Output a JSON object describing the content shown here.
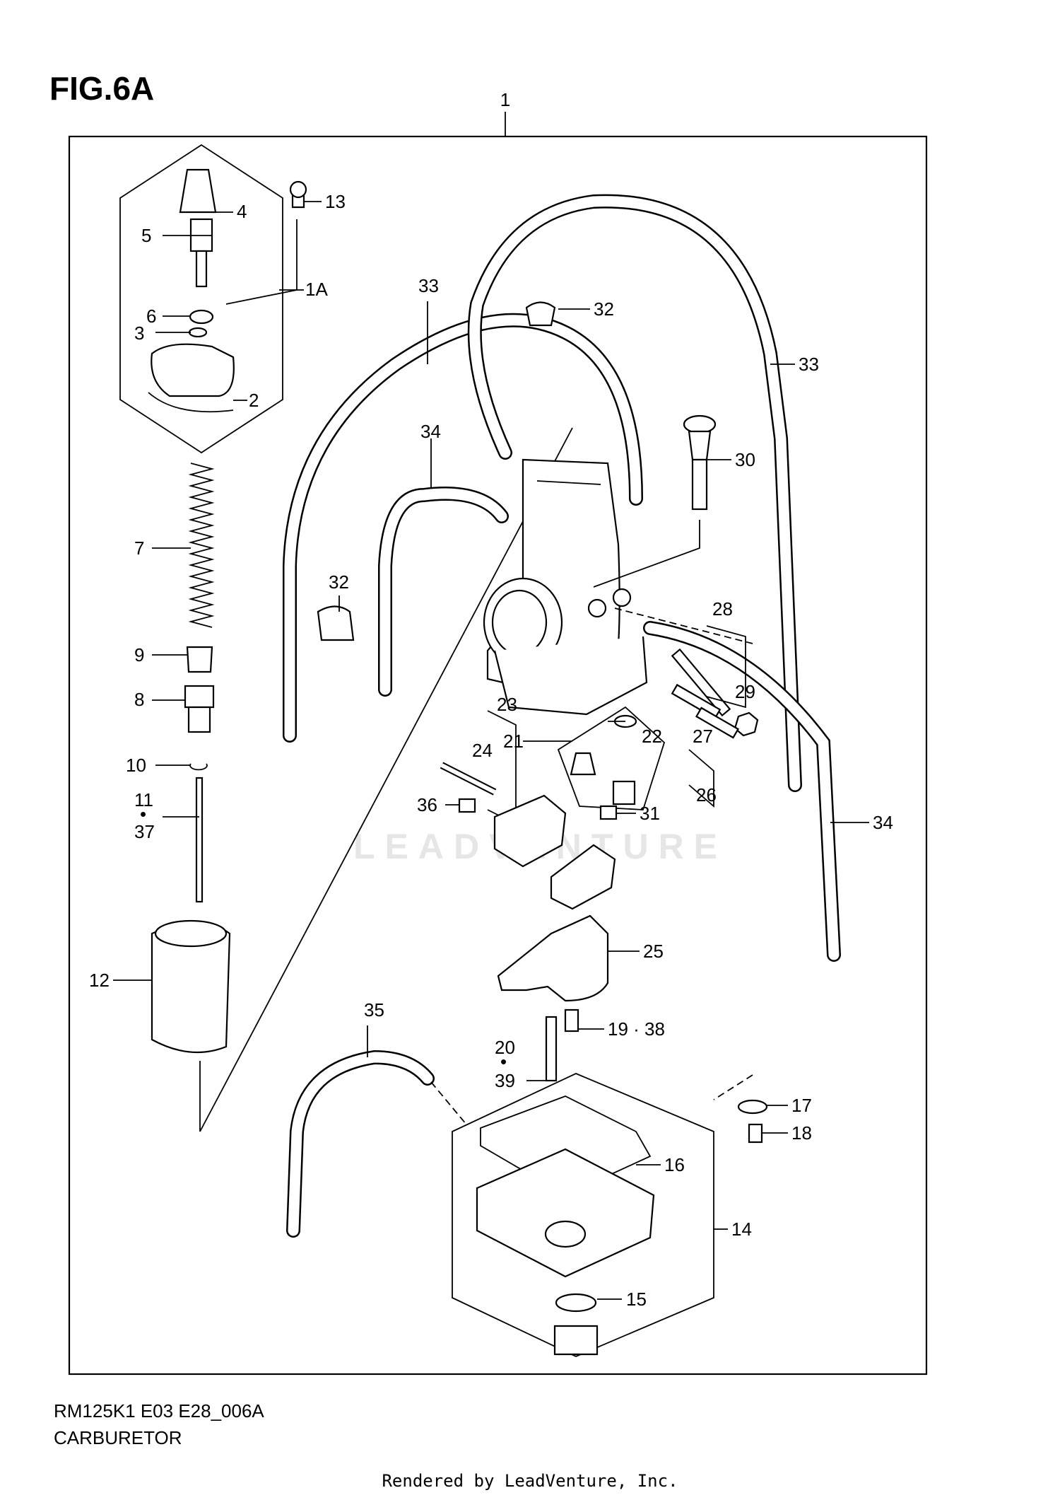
{
  "figure_title": "FIG.6A",
  "model_code": "RM125K1 E03 E28_006A",
  "section_name": "CARBURETOR",
  "watermark": "LEADVENTURE",
  "credit": "Rendered by LeadVenture, Inc.",
  "callouts": {
    "p1": "1",
    "p1a": "1A",
    "p2": "2",
    "p3": "3",
    "p4": "4",
    "p5": "5",
    "p6": "6",
    "p7": "7",
    "p8": "8",
    "p9": "9",
    "p10": "10",
    "p11": "11",
    "p11_dot": "•",
    "p37": "37",
    "p12": "12",
    "p13": "13",
    "p14": "14",
    "p15": "15",
    "p16": "16",
    "p17": "17",
    "p18": "18",
    "p19_38": "19 · 38",
    "p20": "20",
    "p20_dot": "•",
    "p39": "39",
    "p21": "21",
    "p22": "22",
    "p23": "23",
    "p24": "24",
    "p25": "25",
    "p26": "26",
    "p27": "27",
    "p28": "28",
    "p29": "29",
    "p30": "30",
    "p31": "31",
    "p32a": "32",
    "p32b": "32",
    "p33a": "33",
    "p33b": "33",
    "p34a": "34",
    "p34b": "34",
    "p35": "35",
    "p36": "36"
  }
}
